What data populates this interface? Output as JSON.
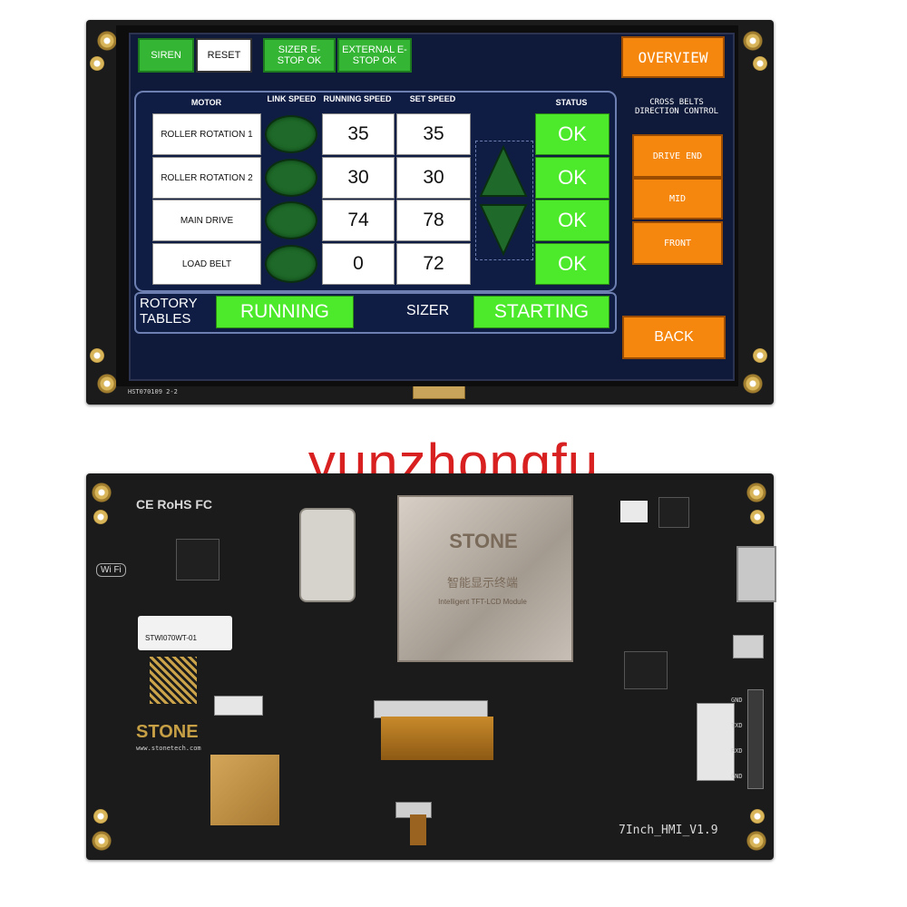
{
  "hmi": {
    "top_buttons": {
      "siren": "SIREN",
      "reset": "RESET",
      "sizer_estop": "SIZER E-STOP OK",
      "external_estop": "EXTERNAL E-STOP OK",
      "overview": "OVERVIEW"
    },
    "table": {
      "headers": {
        "motor": "MOTOR",
        "link_speed": "LINK SPEED",
        "running_speed": "RUNNING SPEED",
        "set_speed": "SET SPEED",
        "status": "STATUS"
      },
      "rows": [
        {
          "motor": "ROLLER ROTATION 1",
          "running": "35",
          "set": "35",
          "status": "OK"
        },
        {
          "motor": "ROLLER ROTATION 2",
          "running": "30",
          "set": "30",
          "status": "OK"
        },
        {
          "motor": "MAIN DRIVE",
          "running": "74",
          "set": "78",
          "status": "OK"
        },
        {
          "motor": "LOAD BELT",
          "running": "0",
          "set": "72",
          "status": "OK"
        }
      ]
    },
    "side_panel": {
      "title": "CROSS BELTS DIRECTION CONTROL",
      "drive_end": "DRIVE END",
      "mid": "MID",
      "front": "FRONT",
      "back": "BACK"
    },
    "status_bar": {
      "rotory_tables_label": "ROTORY TABLES",
      "rotory_tables_state": "RUNNING",
      "sizer_label": "SIZER",
      "sizer_state": "STARTING"
    },
    "pcb_silkscreen": "HST070109 2-2"
  },
  "watermark": "yunzhongfu",
  "back_board": {
    "module_brand": "STONE",
    "module_cn": "智能显示终端",
    "module_subtitle": "Intelligent TFT-LCD Module",
    "brand": "STONE",
    "website": "www.stonetech.com",
    "certs": "CE RoHS FC",
    "sticker": "STWI070WT-01",
    "wifi": "Wi Fi",
    "model": "7Inch_HMI_V1.9",
    "pins": [
      "GND",
      "TXD",
      "RXD",
      "GND"
    ],
    "colors": {
      "board": "#1b1b1b",
      "gold": "#c7a046",
      "orange": "#f5870f",
      "green": "#4de92b"
    }
  }
}
